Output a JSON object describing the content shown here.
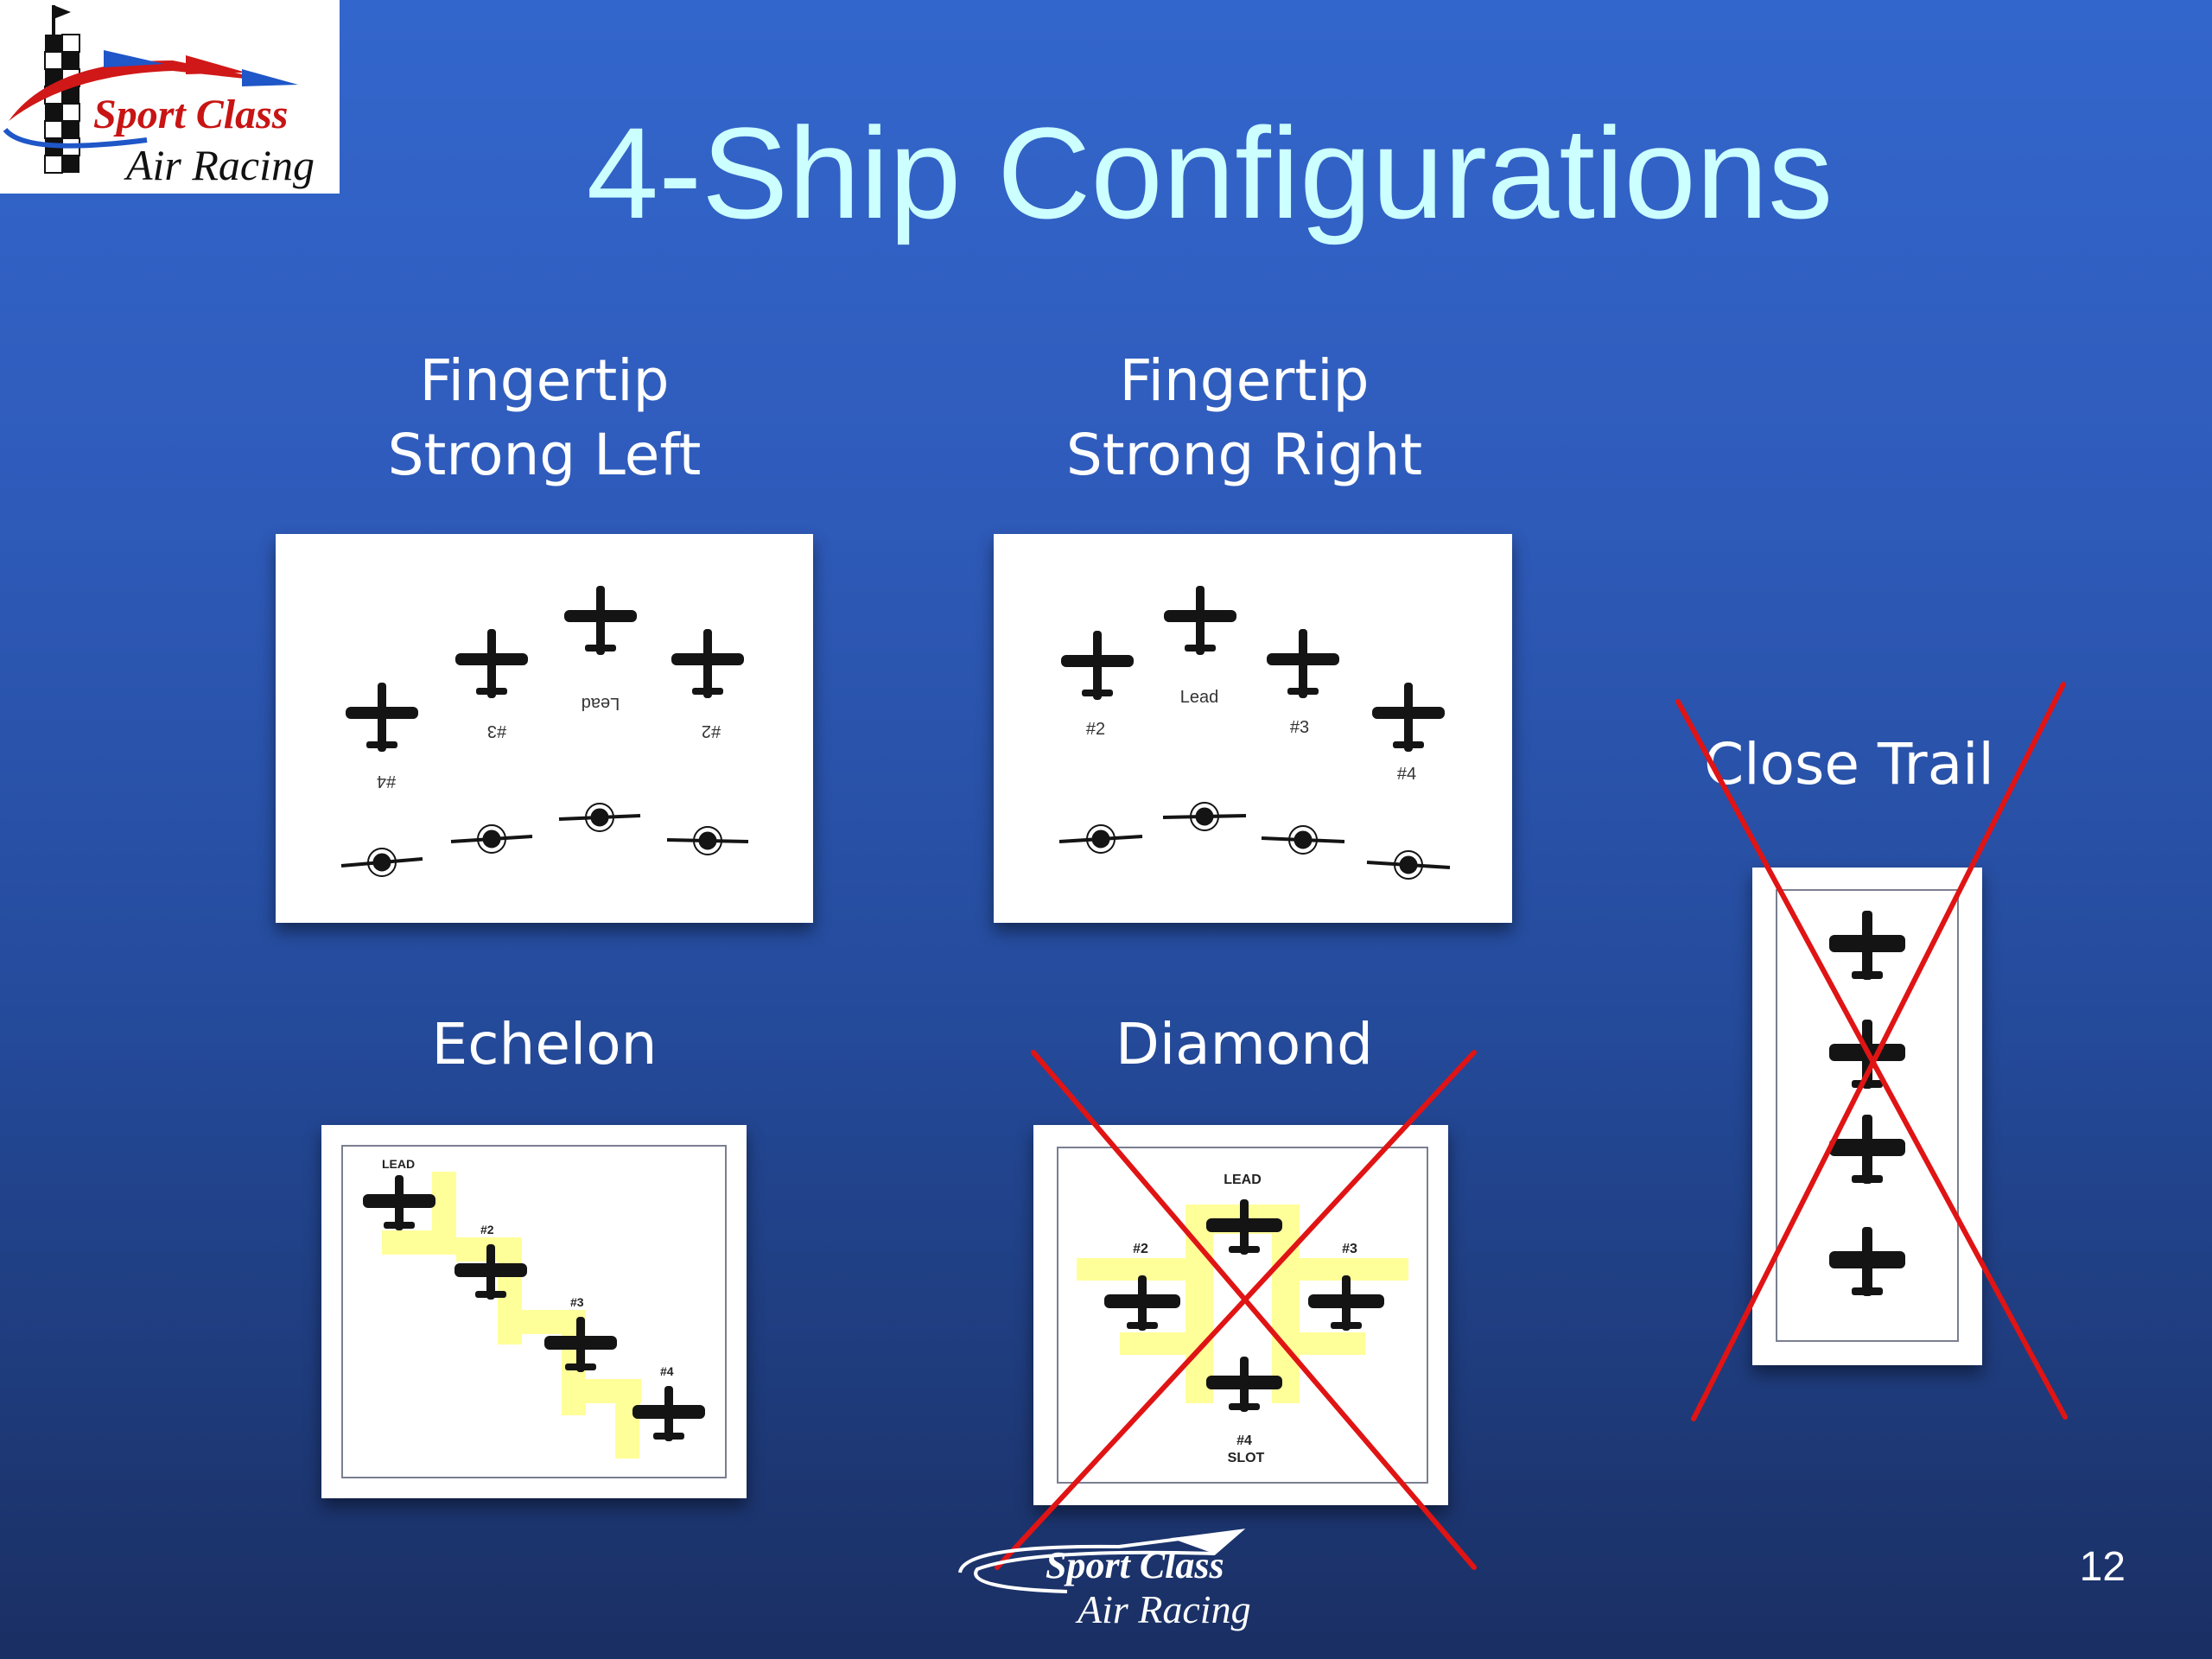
{
  "slide": {
    "title": "4-Ship Configurations",
    "page_number": "12",
    "colors": {
      "title": "#ccffff",
      "label": "#ffffff",
      "cross": "#e01414",
      "highlight": "#ffff99"
    }
  },
  "logo_top": {
    "line1": "Sport Class",
    "line2": "Air Racing"
  },
  "logo_bottom": {
    "line1": "Sport Class",
    "line2": "Air Racing"
  },
  "configs": {
    "fingertip_left": {
      "label_line1": "Fingertip",
      "label_line2": "Strong Left",
      "tags": [
        "#4",
        "#3",
        "Lead",
        "#2"
      ]
    },
    "fingertip_right": {
      "label_line1": "Fingertip",
      "label_line2": "Strong Right",
      "tags": [
        "#2",
        "Lead",
        "#3",
        "#4"
      ]
    },
    "echelon": {
      "label": "Echelon",
      "tags": [
        "LEAD",
        "#2",
        "#3",
        "#4"
      ]
    },
    "diamond": {
      "label": "Diamond",
      "tags": [
        "LEAD",
        "#2",
        "#3",
        "#4",
        "SLOT"
      ]
    },
    "close_trail": {
      "label": "Close Trail"
    }
  }
}
